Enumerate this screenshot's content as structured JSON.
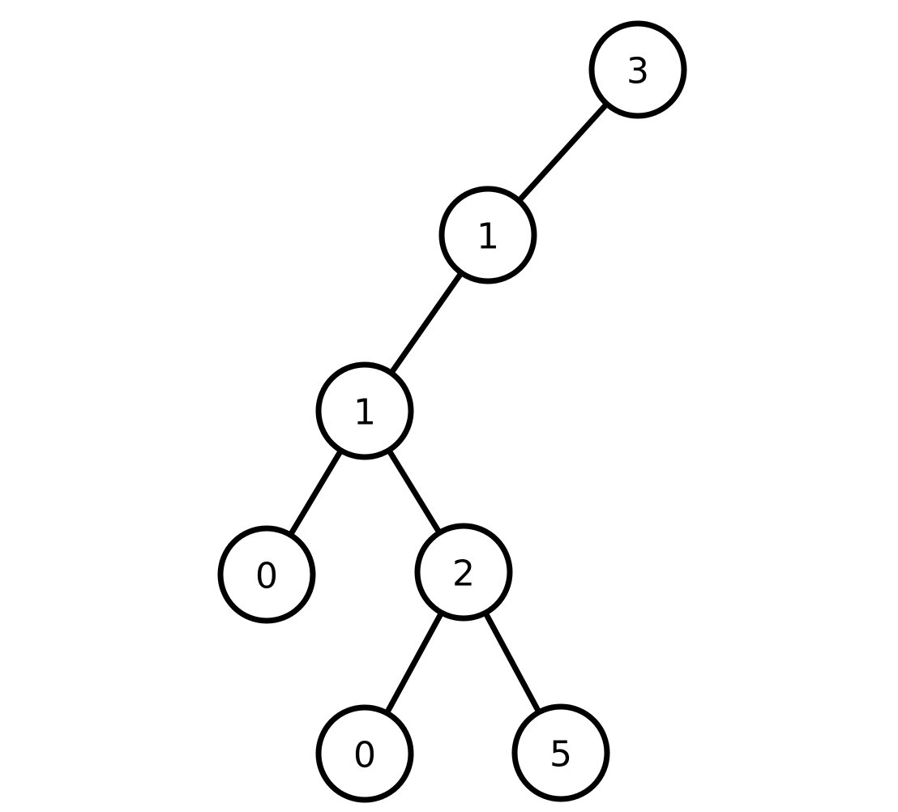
{
  "tree": {
    "nodes": [
      {
        "id": "n3a",
        "label": "3"
      },
      {
        "id": "n1a",
        "label": "1"
      },
      {
        "id": "n1b",
        "label": "1"
      },
      {
        "id": "n0a",
        "label": "0"
      },
      {
        "id": "n2a",
        "label": "2"
      },
      {
        "id": "n0b",
        "label": "0"
      },
      {
        "id": "n5a",
        "label": "5"
      }
    ],
    "edges": [
      {
        "from": "n3a",
        "to": "n1a"
      },
      {
        "from": "n1a",
        "to": "n1b"
      },
      {
        "from": "n1b",
        "to": "n0a"
      },
      {
        "from": "n1b",
        "to": "n2a"
      },
      {
        "from": "n2a",
        "to": "n0b"
      },
      {
        "from": "n2a",
        "to": "n5a"
      }
    ]
  }
}
